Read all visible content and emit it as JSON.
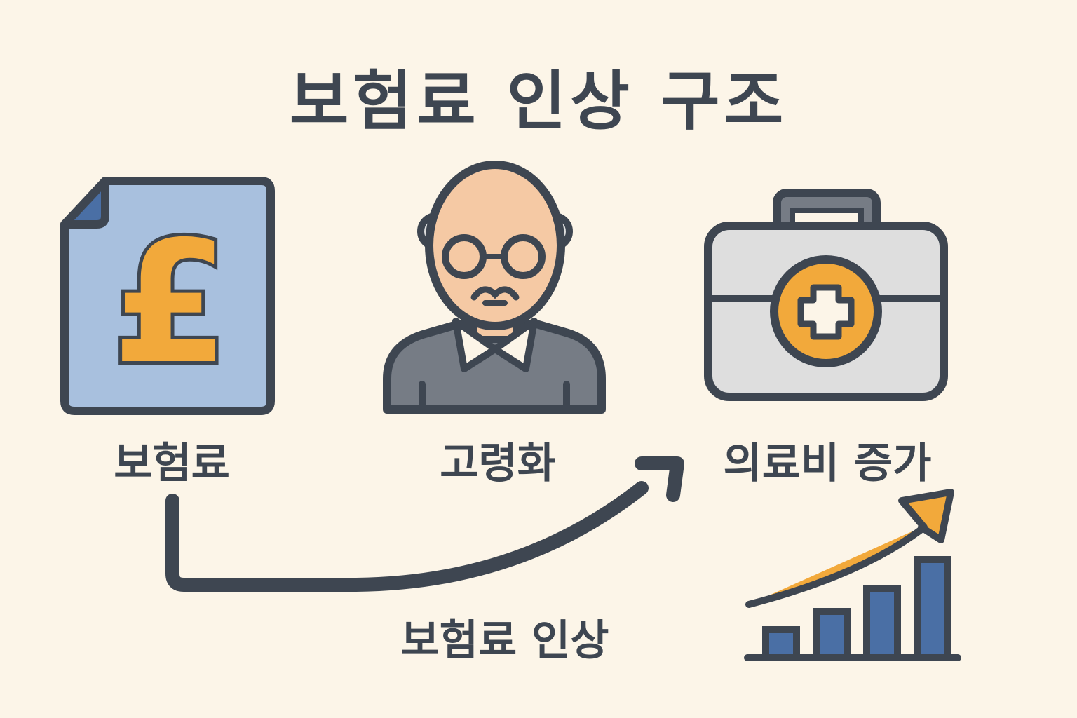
{
  "title": "보험료 인상 구조",
  "nodes": {
    "premium": {
      "label": "보험료",
      "icon": "pound-document-icon"
    },
    "aging": {
      "label": "고령화",
      "icon": "elderly-man-icon"
    },
    "medical_cost": {
      "label": "의료비 증가",
      "icon": "medical-kit-icon"
    }
  },
  "flow": {
    "label": "보험료 인상",
    "icon": "curved-arrow-icon"
  },
  "trend": {
    "icon": "rising-bar-chart-icon",
    "bar_levels": [
      1,
      2,
      3,
      4
    ]
  },
  "colors": {
    "background": "#fcf5e8",
    "outline": "#3e4651",
    "accent_orange": "#f2a93b",
    "document_blue": "#a8c0de",
    "bar_blue": "#4a6fa5",
    "skin": "#f5c9a4",
    "sweater_gray": "#767c85",
    "kit_gray": "#dedede"
  }
}
